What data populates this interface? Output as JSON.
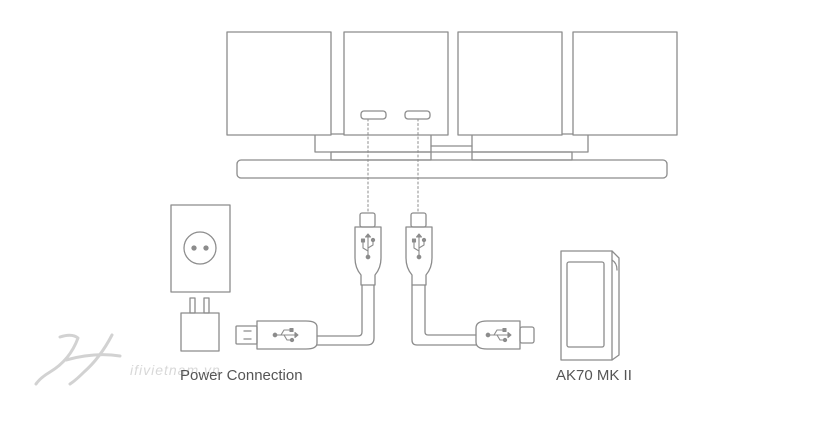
{
  "captions": {
    "power": "Power Connection",
    "player": "AK70 MK II"
  },
  "watermark": {
    "text": "ifivietnam.vn"
  },
  "colors": {
    "stroke": "#8c8c8c",
    "text": "#555555",
    "watermark": "#c4c4c4"
  }
}
